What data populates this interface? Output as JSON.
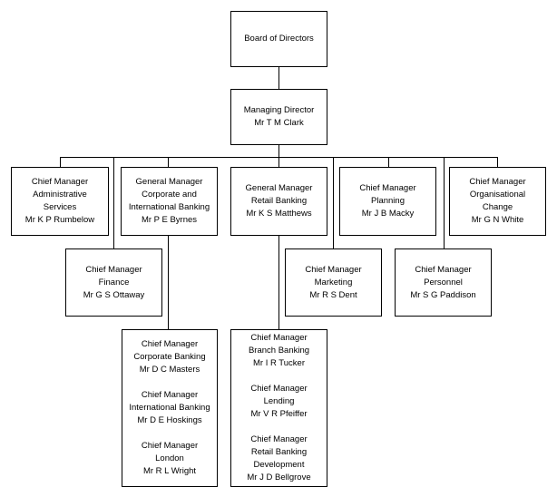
{
  "org_chart": {
    "board": {
      "lines": [
        "Board of Directors"
      ]
    },
    "managing_director": {
      "lines": [
        "Managing Director",
        "Mr T M Clark"
      ]
    },
    "admin": {
      "lines": [
        "Chief Manager",
        "Administrative",
        "Services",
        "Mr K P Rumbelow"
      ]
    },
    "corporate_intl": {
      "lines": [
        "General Manager",
        "Corporate and",
        "International Banking",
        "Mr P E Byrnes"
      ]
    },
    "retail": {
      "lines": [
        "General Manager",
        "Retail Banking",
        "Mr K S Matthews"
      ]
    },
    "planning": {
      "lines": [
        "Chief Manager",
        "Planning",
        "Mr J B Macky"
      ]
    },
    "org_change": {
      "lines": [
        "Chief Manager",
        "Organisational",
        "Change",
        "Mr G N White"
      ]
    },
    "finance": {
      "lines": [
        "Chief Manager",
        "Finance",
        "Mr G S Ottaway"
      ]
    },
    "marketing": {
      "lines": [
        "Chief Manager",
        "Marketing",
        "Mr R S Dent"
      ]
    },
    "personnel": {
      "lines": [
        "Chief Manager",
        "Personnel",
        "Mr S G Paddison"
      ]
    },
    "corp_group": {
      "entries": [
        {
          "lines": [
            "Chief Manager",
            "Corporate Banking",
            "Mr D C Masters"
          ]
        },
        {
          "lines": [
            "Chief Manager",
            "International Banking",
            "Mr D E Hoskings"
          ]
        },
        {
          "lines": [
            "Chief Manager",
            "London",
            "Mr R L Wright"
          ]
        }
      ]
    },
    "retail_group": {
      "entries": [
        {
          "lines": [
            "Chief Manager",
            "Branch Banking",
            "Mr I R Tucker"
          ]
        },
        {
          "lines": [
            "Chief Manager",
            "Lending",
            "Mr V R Pfeiffer"
          ]
        },
        {
          "lines": [
            "Chief Manager",
            "Retail Banking",
            "Development",
            "Mr J D Bellgrove"
          ]
        }
      ]
    }
  }
}
